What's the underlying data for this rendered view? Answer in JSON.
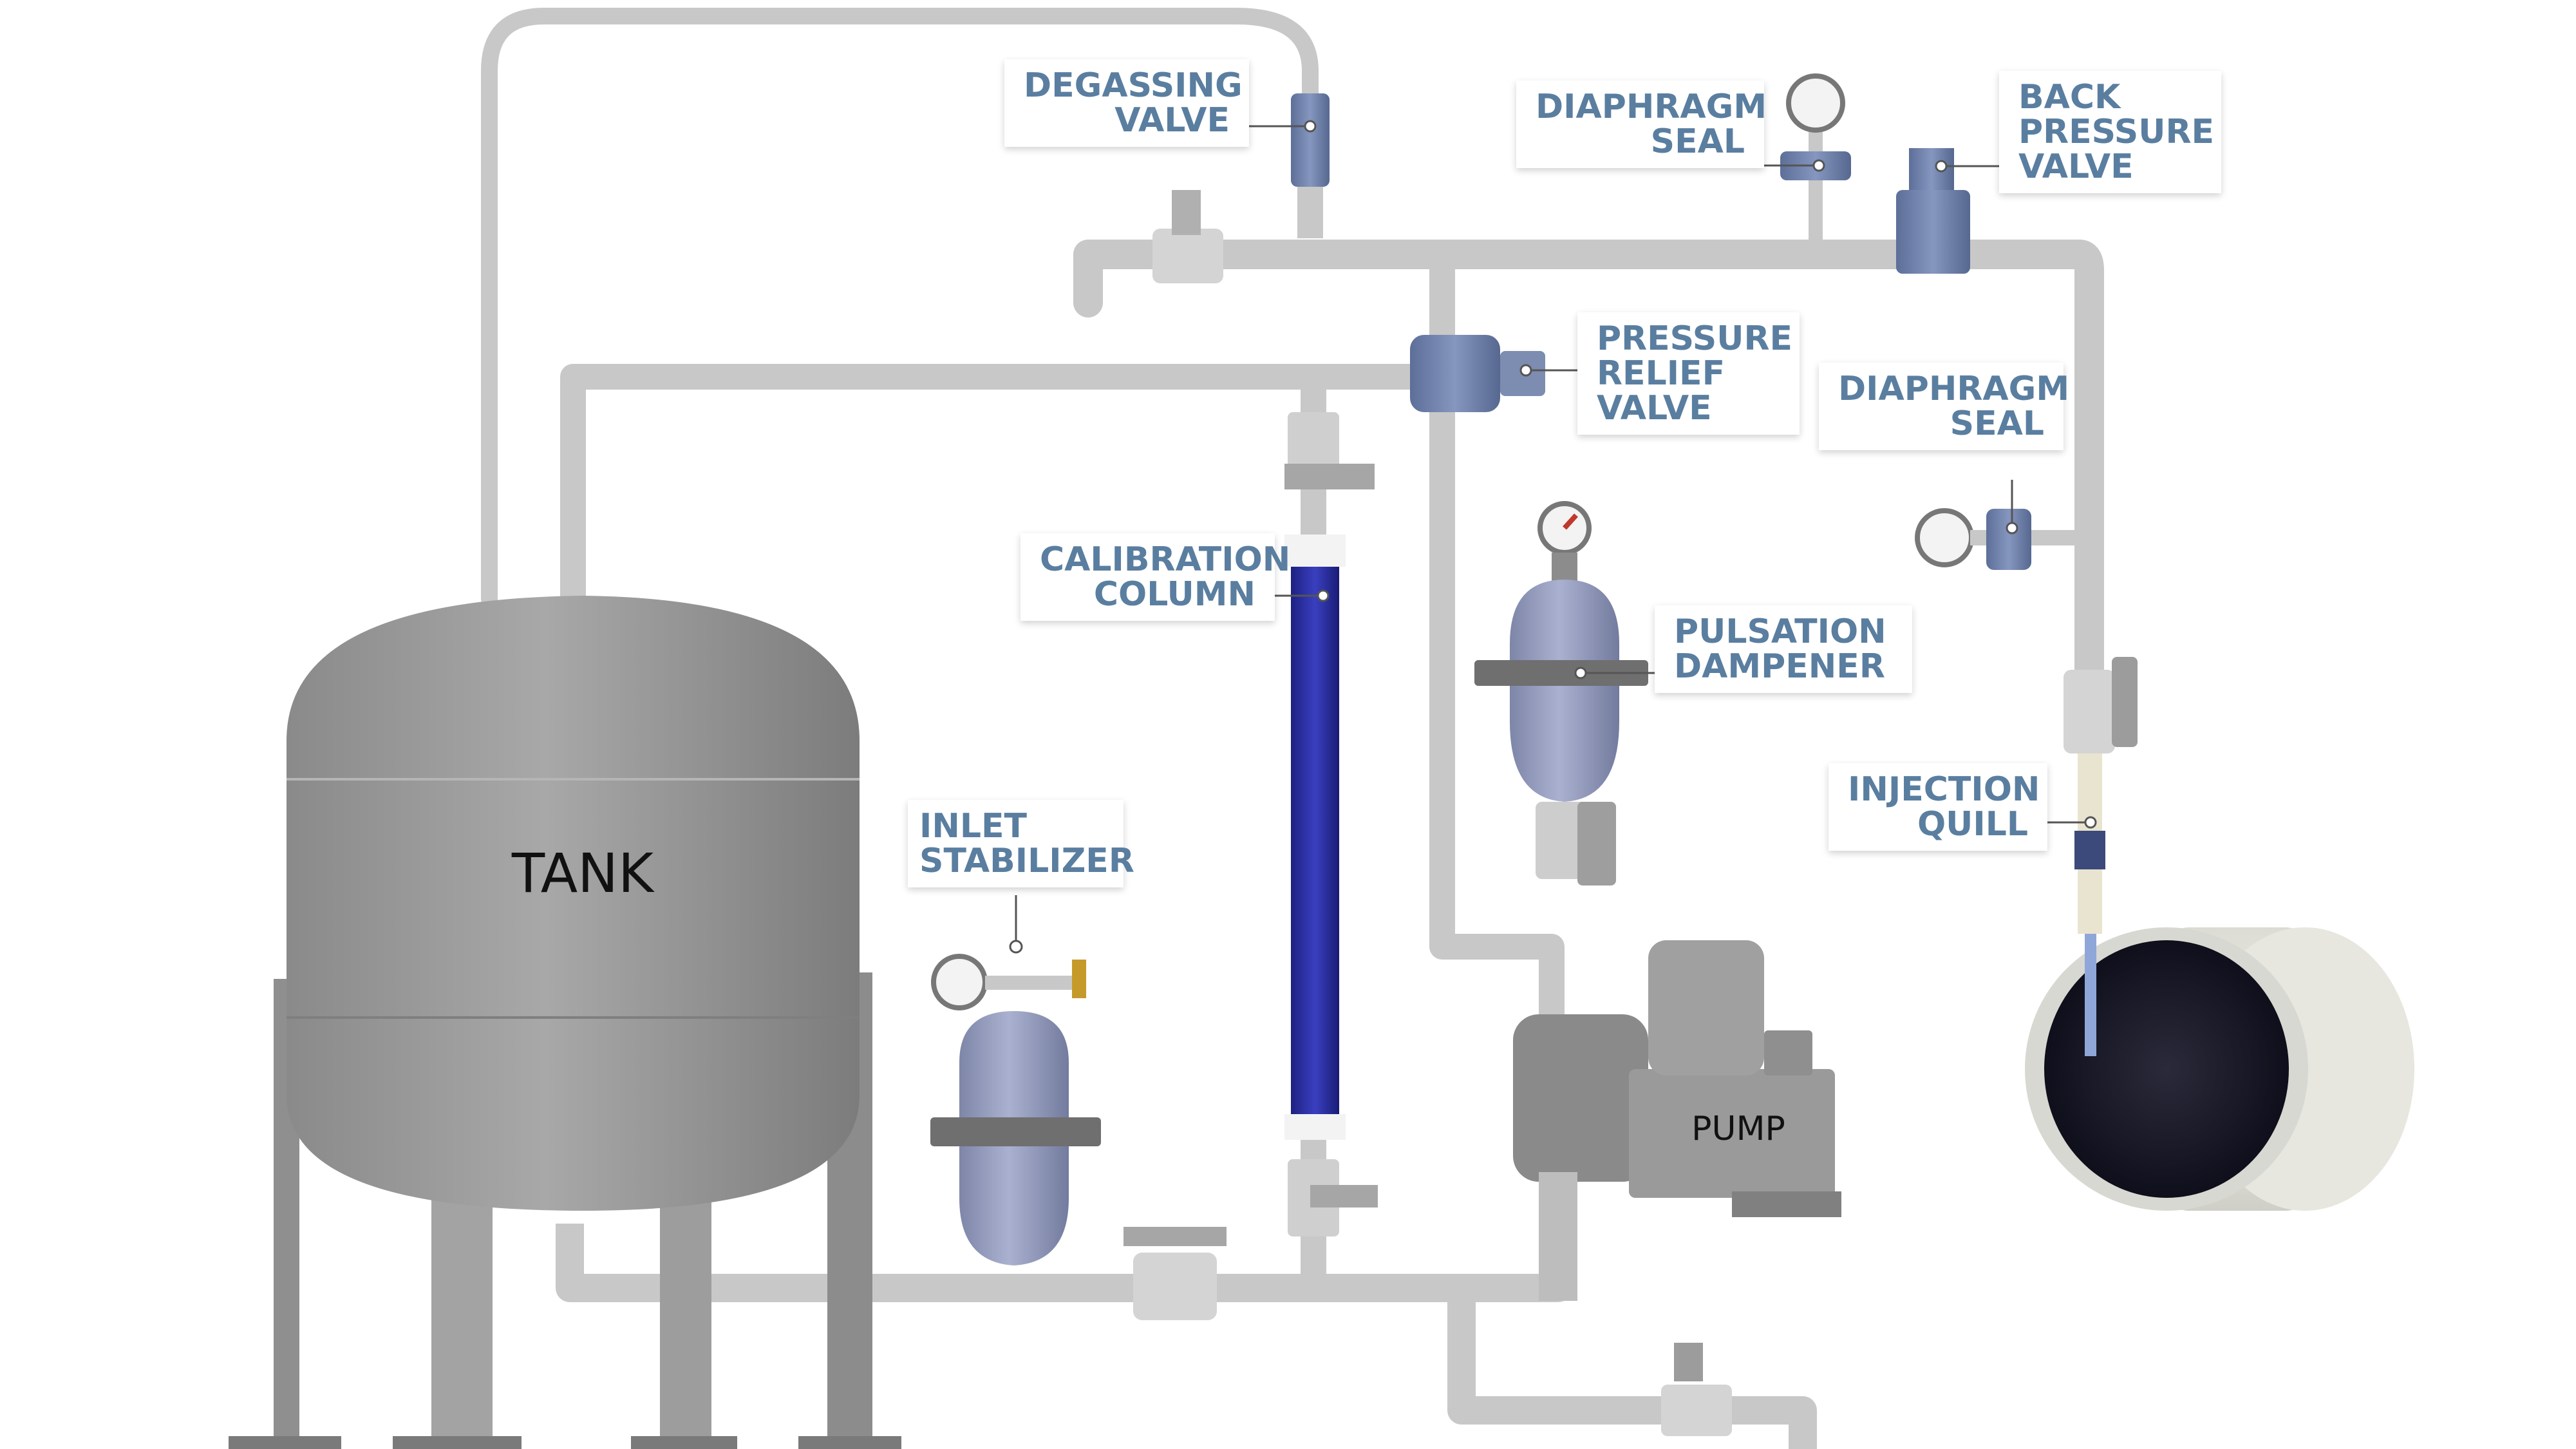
{
  "labels": {
    "degassing_valve": [
      "DEGASSING",
      "VALVE"
    ],
    "diaphragm_seal_top": [
      "DIAPHRAGM",
      "SEAL"
    ],
    "back_pressure_valve": [
      "BACK",
      "PRESSURE",
      "VALVE"
    ],
    "pressure_relief_valve": [
      "PRESSURE",
      "RELIEF",
      "VALVE"
    ],
    "diaphragm_seal_right": [
      "DIAPHRAGM",
      "SEAL"
    ],
    "calibration_column": [
      "CALIBRATION",
      "COLUMN"
    ],
    "pulsation_dampener": [
      "PULSATION",
      "DAMPENER"
    ],
    "injection_quill": [
      "INJECTION",
      "QUILL"
    ],
    "inlet_stabilizer": [
      "INLET",
      "STABILIZER"
    ]
  },
  "equipment": {
    "tank": "TANK",
    "pump": "PUMP"
  },
  "colors": {
    "label_text": "#5a7ea0",
    "pipe": "#c9c9c9",
    "tank": "#9a9a9a",
    "valve_blue": "#6b7fa8",
    "column_blue": "#2b2f9a"
  }
}
